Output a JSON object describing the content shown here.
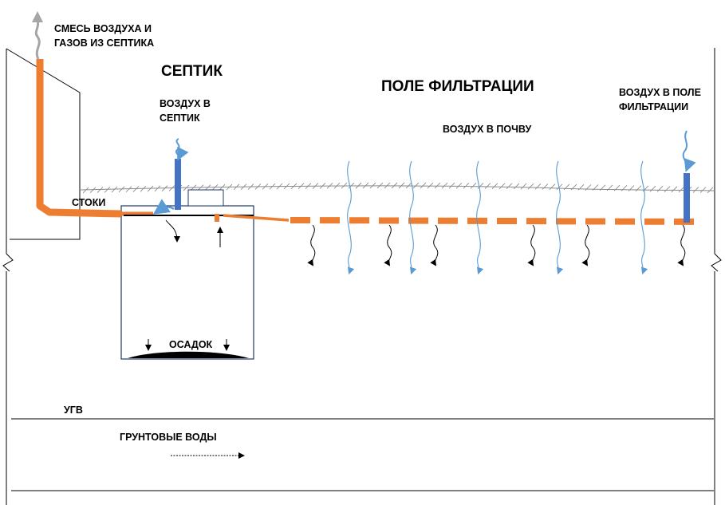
{
  "labels": {
    "gas_mix_line1": "СМЕСЬ ВОЗДУХА И",
    "gas_mix_line2": "ГАЗОВ ИЗ СЕПТИКА",
    "septic_title": "СЕПТИК",
    "air_into_septic_line1": "ВОЗДУХ В",
    "air_into_septic_line2": "СЕПТИК",
    "field_title": "ПОЛЕ ФИЛЬТРАЦИИ",
    "air_into_soil": "ВОЗДУХ В ПОЧВУ",
    "air_into_field_line1": "ВОЗДУХ В ПОЛЕ",
    "air_into_field_line2": "ФИЛЬТРАЦИИ",
    "sewage": "СТОКИ",
    "sediment": "ОСАДОК",
    "groundwater_level": "УГВ",
    "groundwater": "ГРУНТОВЫЕ ВОДЫ"
  },
  "colors": {
    "pipe": "#ed7d31",
    "air_vent": "#4472c4",
    "air_flow": "#5b9bd5",
    "gas_flow": "#a6a6a6",
    "outline": "#000000",
    "tank_outline": "#1f3864"
  }
}
